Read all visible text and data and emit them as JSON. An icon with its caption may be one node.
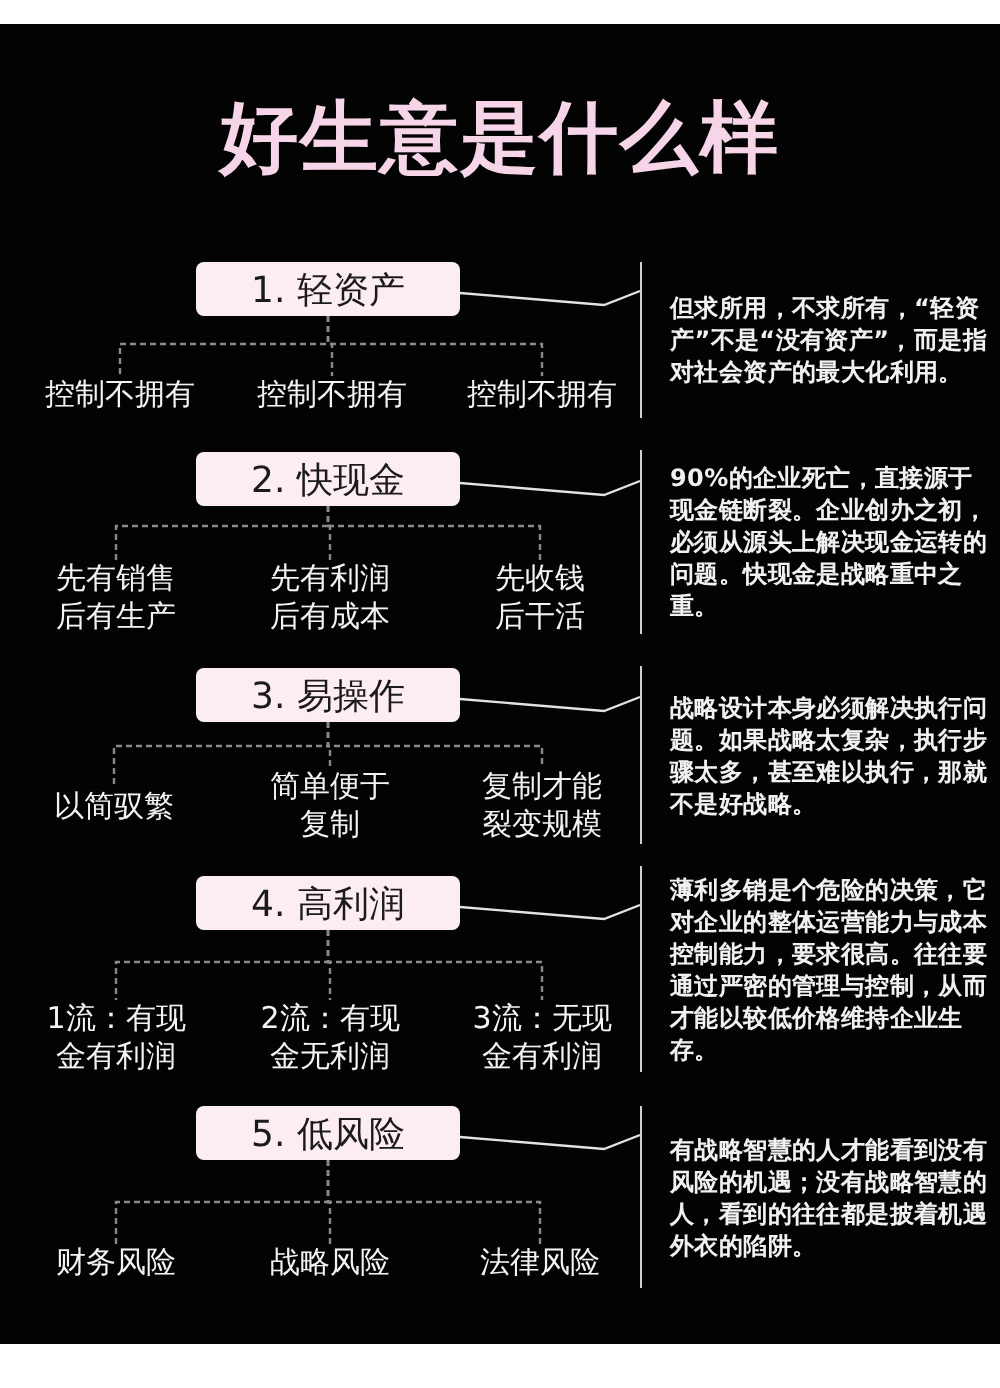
{
  "diagram": {
    "title": "好生意是什么样",
    "nodes": [
      {
        "text": [
          "1. 轻资产"
        ]
      },
      {
        "text": [
          "但求所用，不求所有，“轻资产”不是“没有资产”，而是指对社会资产的最大化利用。"
        ]
      },
      {
        "text": [
          "控制不拥有"
        ]
      },
      {
        "text": [
          "控制不拥有"
        ]
      },
      {
        "text": [
          "控制不拥有"
        ]
      },
      {
        "text": [
          "2. 快现金"
        ]
      },
      {
        "text": [
          "90%的企业死亡，直接源于现金链断裂。企业创办之初，必须从源头上解决现金运转的问题。快现金是战略重中之重。"
        ]
      },
      {
        "text": [
          "先有销售后有生产"
        ]
      },
      {
        "text": [
          "先有利润后有成本"
        ]
      },
      {
        "text": [
          "先收钱后干活"
        ]
      },
      {
        "text": [
          "3. 易操作"
        ]
      },
      {
        "text": [
          "战略设计本身必须解决执行问题。如果战略太复杂，执行步骤太多，甚至难以执行，那就不是好战略。"
        ]
      },
      {
        "text": [
          "以简驭繁"
        ]
      },
      {
        "text": [
          "简单便于复制"
        ]
      },
      {
        "text": [
          "复制才能裂变规模"
        ]
      },
      {
        "text": [
          "4. 高利润"
        ]
      },
      {
        "text": [
          "薄利多销是个危险的决策，它对企业的整体运营能力与成本控制能力，要求很高。往往要通过严密的管理与控制，从而才能以较低价格维持企业生存。"
        ]
      },
      {
        "text": [
          "1流：有现金有利润"
        ]
      },
      {
        "text": [
          "2流：有现金无利润"
        ]
      },
      {
        "text": [
          "3流：无现金有利润"
        ]
      },
      {
        "text": [
          "5. 低风险"
        ]
      },
      {
        "text": [
          "有战略智慧的人才能看到没有风险的机遇；没有战略智慧的人，看到的往往都是披着机遇外衣的陷阱。"
        ]
      },
      {
        "text": [
          "财务风险"
        ]
      },
      {
        "text": [
          "战略风险"
        ]
      },
      {
        "text": [
          "法律风险"
        ]
      }
    ],
    "edges": [
      {
        "from": 0,
        "to": 1,
        "arrow": "none",
        "color": "#e2e2e2"
      },
      {
        "from": 0,
        "to": 2,
        "arrow": "none",
        "style": "dashed"
      },
      {
        "from": 0,
        "to": 3,
        "arrow": "none",
        "style": "dashed"
      },
      {
        "from": 0,
        "to": 4,
        "arrow": "none",
        "style": "dashed"
      },
      {
        "from": 5,
        "to": 6,
        "arrow": "none",
        "color": "#e2e2e2"
      },
      {
        "from": 5,
        "to": 7,
        "arrow": "none",
        "style": "dashed"
      },
      {
        "from": 5,
        "to": 8,
        "arrow": "none",
        "style": "dashed"
      },
      {
        "from": 5,
        "to": 9,
        "arrow": "none",
        "style": "dashed"
      },
      {
        "from": 10,
        "to": 11,
        "arrow": "none",
        "color": "#e2e2e2"
      },
      {
        "from": 10,
        "to": 12,
        "arrow": "none",
        "style": "dashed"
      },
      {
        "from": 10,
        "to": 13,
        "arrow": "none",
        "style": "dashed"
      },
      {
        "from": 10,
        "to": 14,
        "arrow": "none",
        "style": "dashed"
      },
      {
        "from": 15,
        "to": 16,
        "arrow": "none",
        "color": "#e2e2e2"
      },
      {
        "from": 15,
        "to": 17,
        "arrow": "none",
        "style": "dashed"
      },
      {
        "from": 15,
        "to": 18,
        "arrow": "none",
        "style": "dashed"
      },
      {
        "from": 15,
        "to": 19,
        "arrow": "none",
        "style": "dashed"
      },
      {
        "from": 20,
        "to": 21,
        "arrow": "none",
        "color": "#e2e2e2"
      },
      {
        "from": 20,
        "to": 22,
        "arrow": "none",
        "style": "dashed"
      },
      {
        "from": 20,
        "to": 23,
        "arrow": "none",
        "style": "dashed"
      },
      {
        "from": 20,
        "to": 24,
        "arrow": "none",
        "style": "dashed"
      }
    ]
  }
}
